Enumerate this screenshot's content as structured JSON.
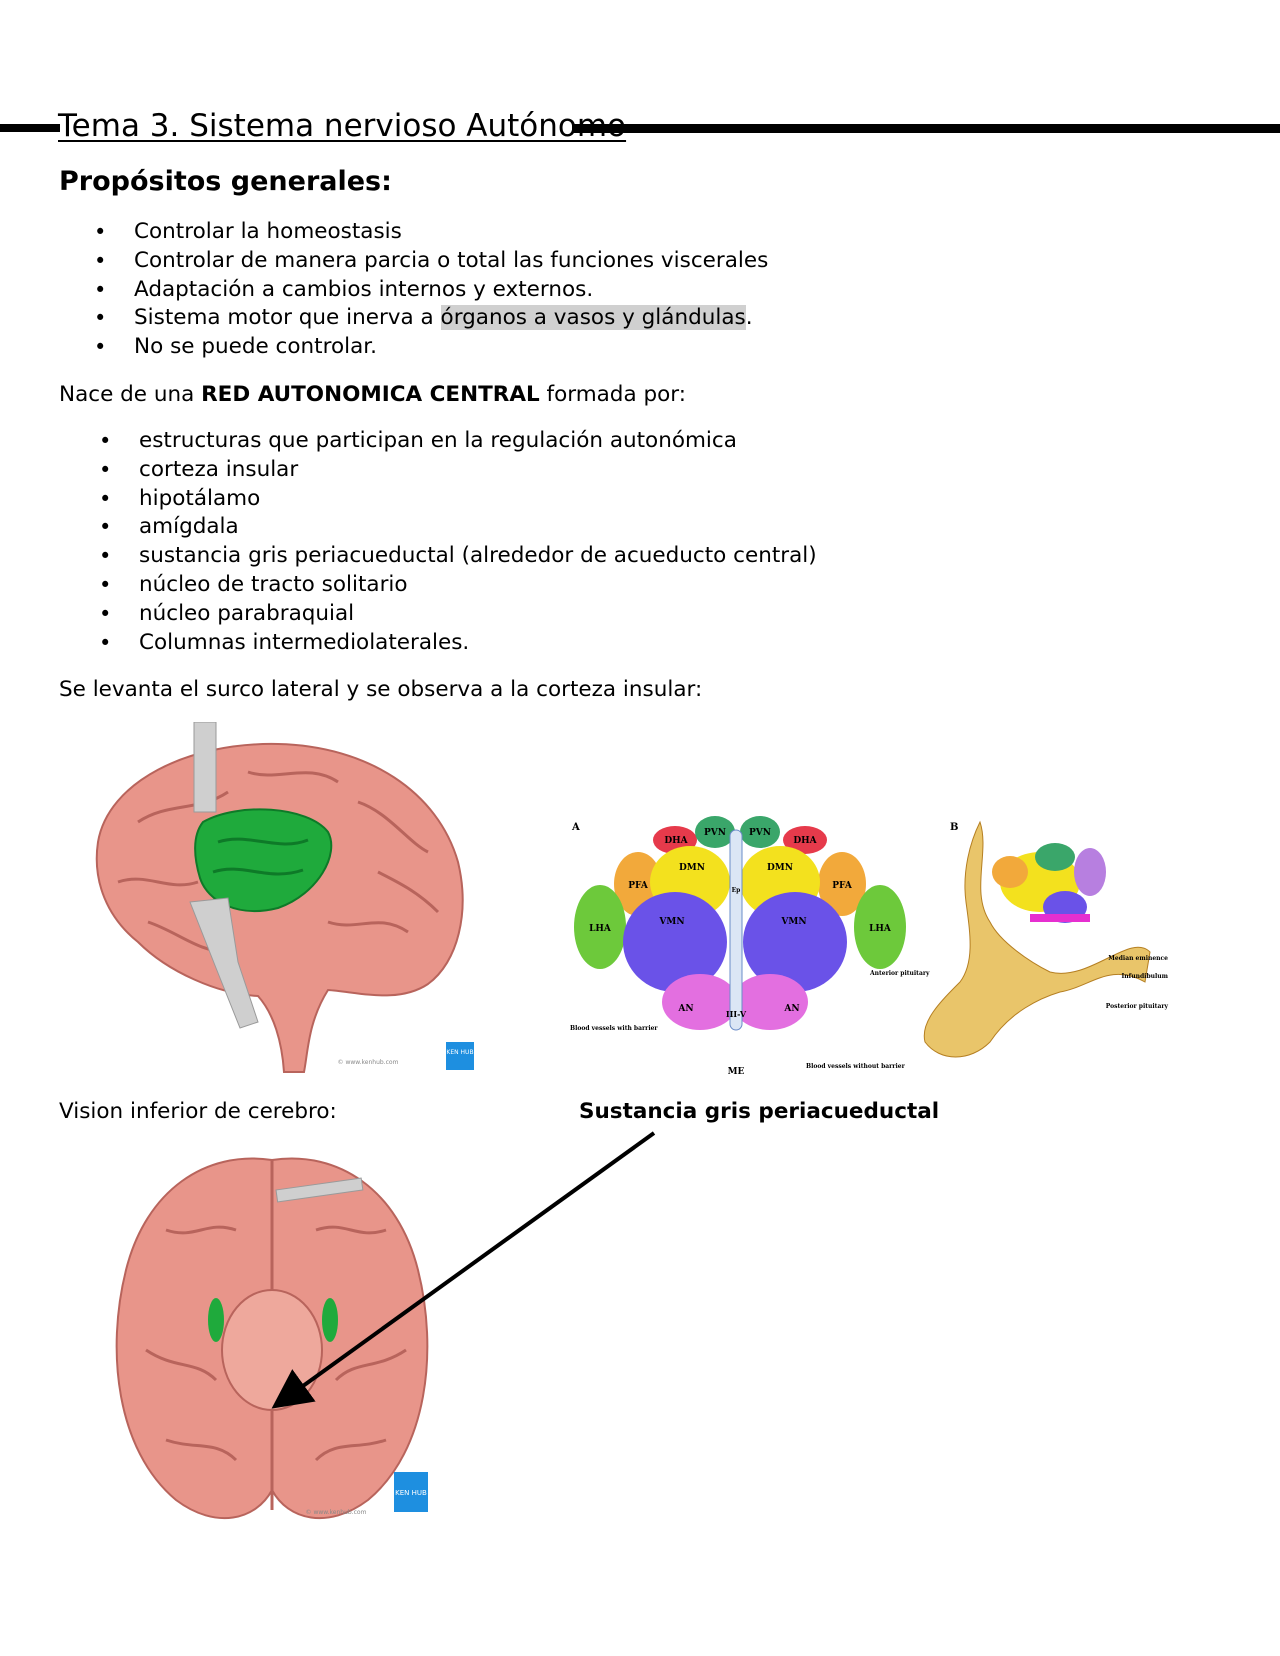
{
  "title": "Tema 3. Sistema nervioso Autónomo",
  "section_heading": "Propósitos generales:",
  "purposes": [
    {
      "text": "Controlar la homeostasis"
    },
    {
      "text": "Controlar de manera parcia o total las funciones viscerales"
    },
    {
      "text": "Adaptación a cambios internos y externos."
    },
    {
      "text_before": "Sistema motor que inerva a ",
      "highlight": "órganos a vasos y glándulas",
      "text_after": "."
    },
    {
      "text": "No se puede controlar."
    }
  ],
  "network_intro": {
    "before": "Nace de una ",
    "bold": "RED AUTONOMICA CENTRAL",
    "after": " formada por:"
  },
  "network_items": [
    "estructuras que participan en la regulación autonómica",
    "corteza insular",
    "hipotálamo",
    "amígdala",
    "sustancia gris periacueductal (alrededor de acueducto central)",
    "núcleo de tracto solitario",
    "núcleo parabraquial",
    "Columnas intermediolaterales."
  ],
  "insular_caption": "Se levanta el surco lateral y se observa a la corteza insular:",
  "inferior_caption": "Vision inferior de cerebro:",
  "pag_label": "Sustancia gris periacueductal",
  "bullet_char": "•",
  "colors": {
    "insula_green": "#1faa3c",
    "brain_pink": "#e8958a",
    "kenhub_blue": "#1e8fe0",
    "highlight_gray": "#d0d0d0"
  },
  "kenhub_logo": "KEN HUB",
  "kenhub_watermark": "© www.kenhub.com",
  "hypothalamus_figure": {
    "panel_a": "A",
    "panel_b": "B",
    "nuclei": [
      "DHA",
      "PVN",
      "PVN",
      "DHA",
      "PFA",
      "DMN",
      "DMN",
      "PFA",
      "LHA",
      "VMN",
      "VMN",
      "LHA",
      "AN",
      "AN",
      "III-V",
      "ME",
      "Ep"
    ],
    "annotations": [
      "Blood vessels with barrier",
      "Blood vessels without barrier",
      "Median eminence",
      "Infundibulum",
      "Anterior pituitary",
      "Posterior pituitary"
    ]
  }
}
